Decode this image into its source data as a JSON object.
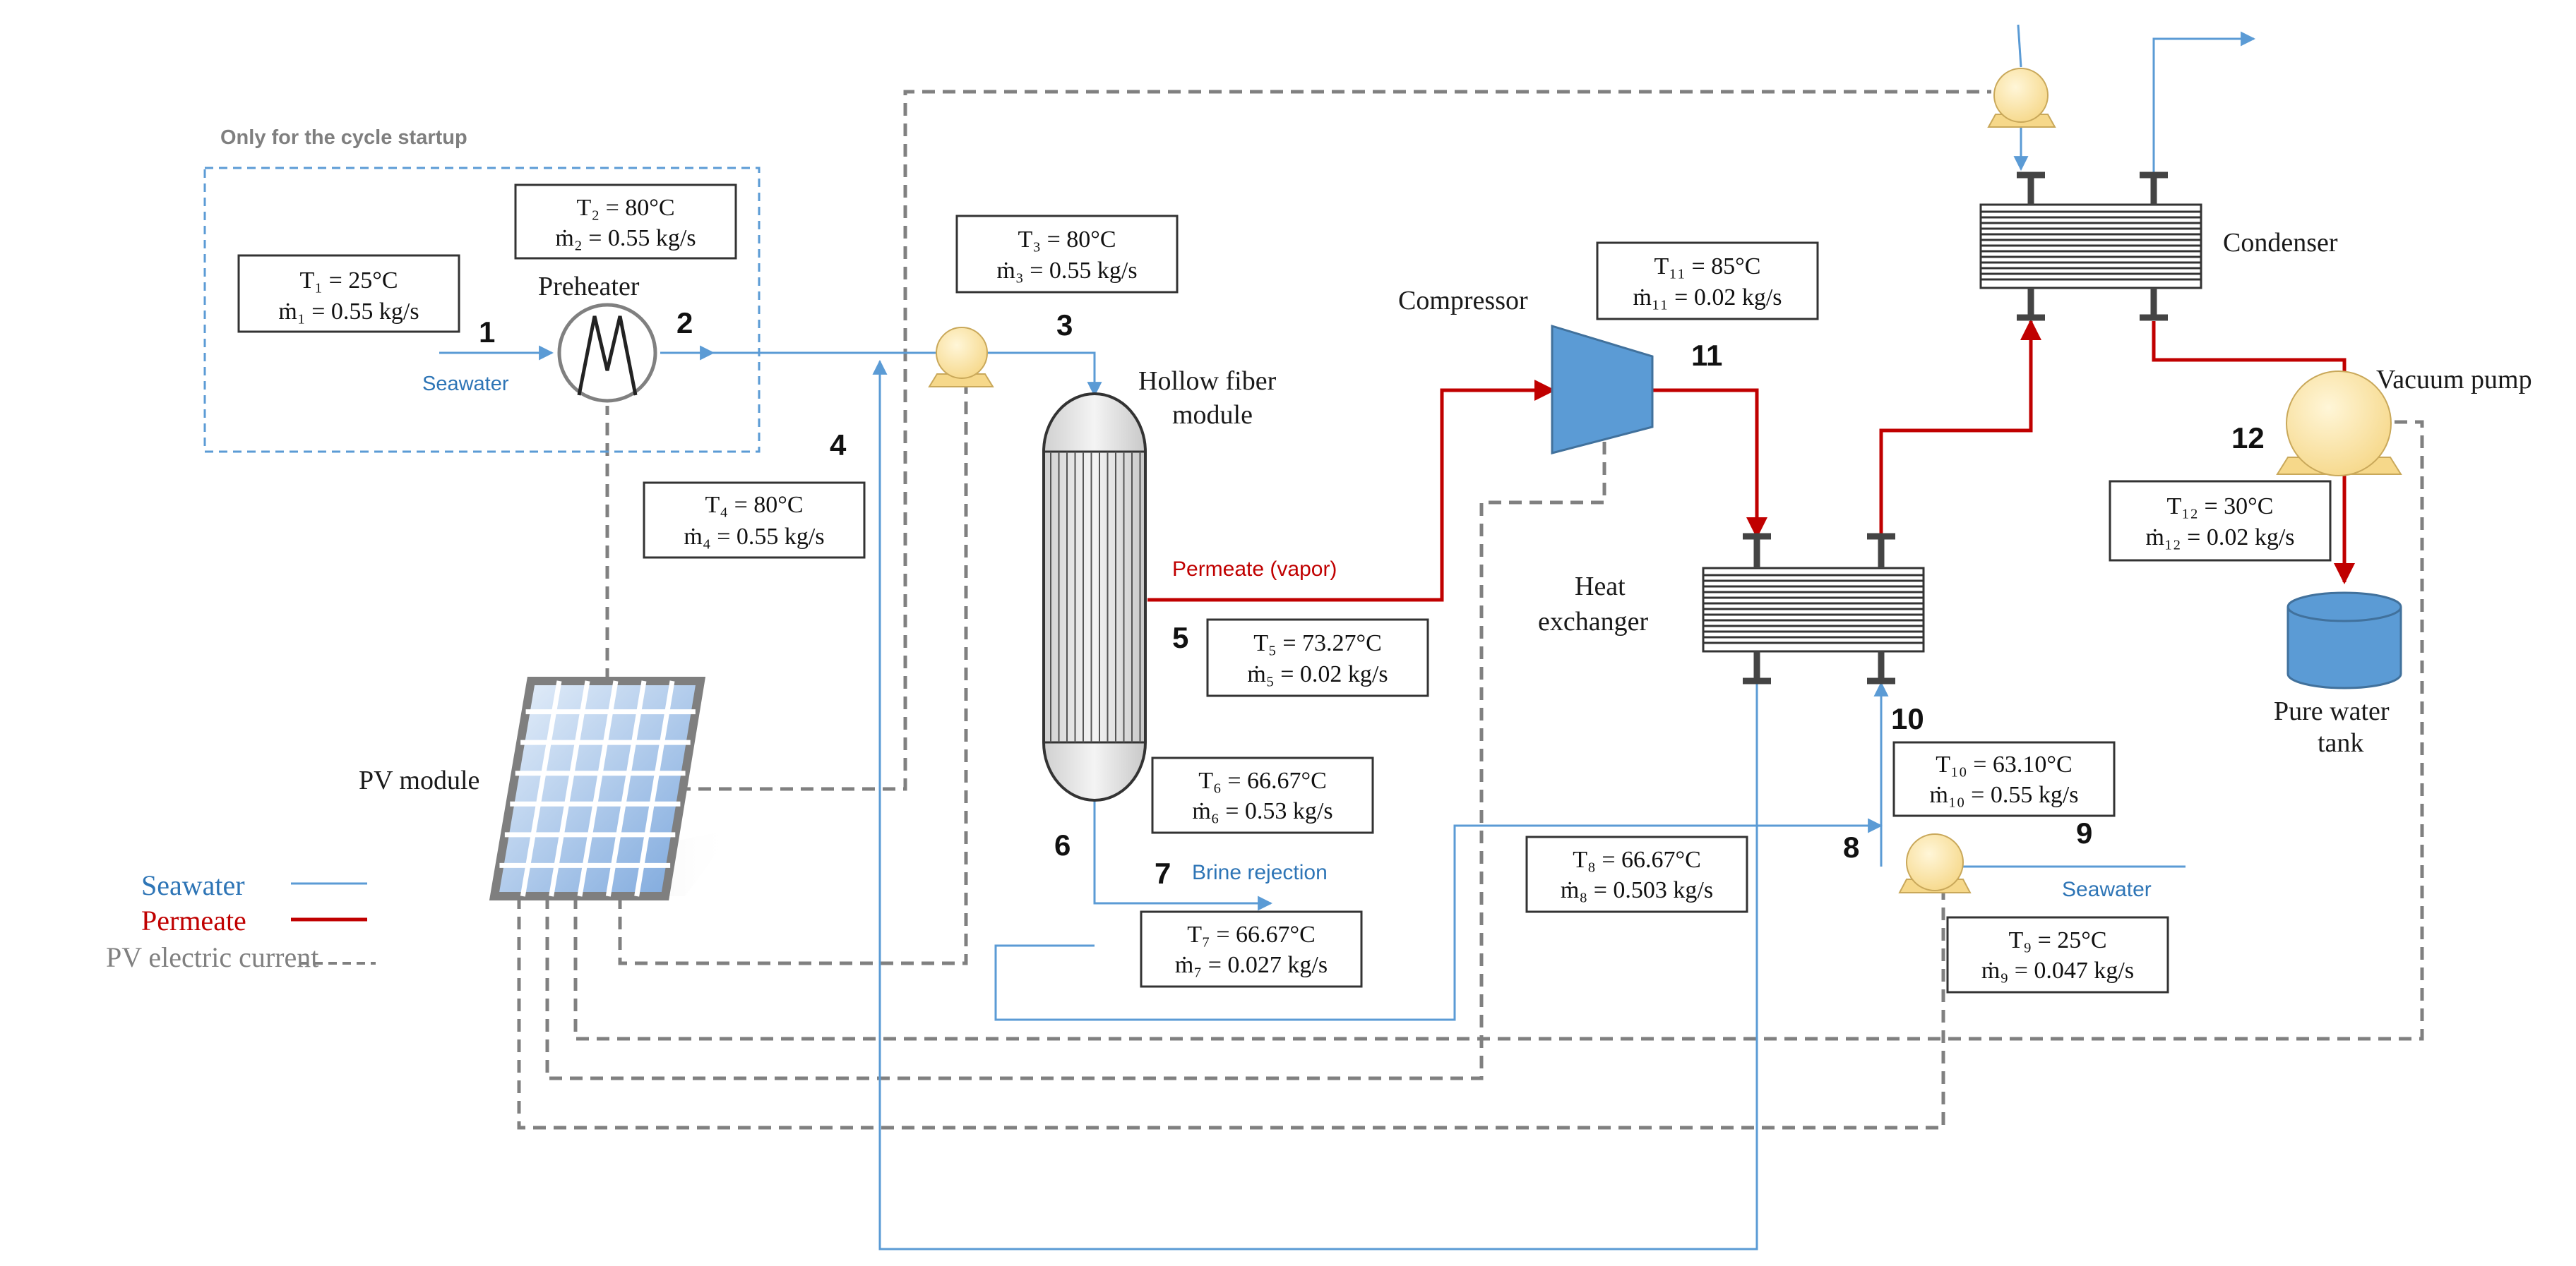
{
  "startup_note": "Only for the cycle startup",
  "components": {
    "preheater": "Preheater",
    "hollow_fiber_line1": "Hollow fiber",
    "hollow_fiber_line2": "module",
    "compressor": "Compressor",
    "heat_exchanger_line1": "Heat",
    "heat_exchanger_line2": "exchanger",
    "condenser": "Condenser",
    "vacuum_pump": "Vacuum pump",
    "pure_water_line1": "Pure water",
    "pure_water_line2": "tank",
    "pv_module": "PV module"
  },
  "flow_labels": {
    "seawater_in": "Seawater",
    "permeate_vapor": "Permeate (vapor)",
    "brine_rejection": "Brine rejection",
    "seawater_9": "Seawater"
  },
  "state_numbers": {
    "s1": "1",
    "s2": "2",
    "s3": "3",
    "s4": "4",
    "s5": "5",
    "s6": "6",
    "s7": "7",
    "s8": "8",
    "s9": "9",
    "s10": "10",
    "s11": "11",
    "s12": "12"
  },
  "states": {
    "s1": {
      "T": "T₁ = 25°C",
      "m": "ṁ₁ = 0.55 kg/s"
    },
    "s2": {
      "T": "T₂ = 80°C",
      "m": "ṁ₂ = 0.55 kg/s"
    },
    "s3": {
      "T": "T₃ = 80°C",
      "m": "ṁ₃ = 0.55 kg/s"
    },
    "s4": {
      "T": "T₄ = 80°C",
      "m": "ṁ₄ = 0.55 kg/s"
    },
    "s5": {
      "T": "T₅ = 73.27°C",
      "m": "ṁ₅ = 0.02 kg/s"
    },
    "s6": {
      "T": "T₆ = 66.67°C",
      "m": "ṁ₆ = 0.53 kg/s"
    },
    "s7": {
      "T": "T₇ = 66.67°C",
      "m": "ṁ₇ = 0.027 kg/s"
    },
    "s8": {
      "T": "T₈ = 66.67°C",
      "m": "ṁ₈ = 0.503 kg/s"
    },
    "s9": {
      "T": "T₉ = 25°C",
      "m": "ṁ₉ = 0.047 kg/s"
    },
    "s10": {
      "T": "T₁₀ = 63.10°C",
      "m": "ṁ₁₀ = 0.55 kg/s"
    },
    "s11": {
      "T": "T₁₁ = 85°C",
      "m": "ṁ₁₁ = 0.02 kg/s"
    },
    "s12": {
      "T": "T₁₂ = 30°C",
      "m": "ṁ₁₂ = 0.02 kg/s"
    }
  },
  "legend": {
    "seawater": "Seawater",
    "permeate": "Permeate",
    "pv_current": "PV electric current"
  },
  "colors": {
    "seawater": "#5b9bd5",
    "permeate": "#c00000",
    "pv_current": "#808080",
    "pump_fill": "#fde9b0",
    "equipment_blue": "#5b9bd5"
  }
}
